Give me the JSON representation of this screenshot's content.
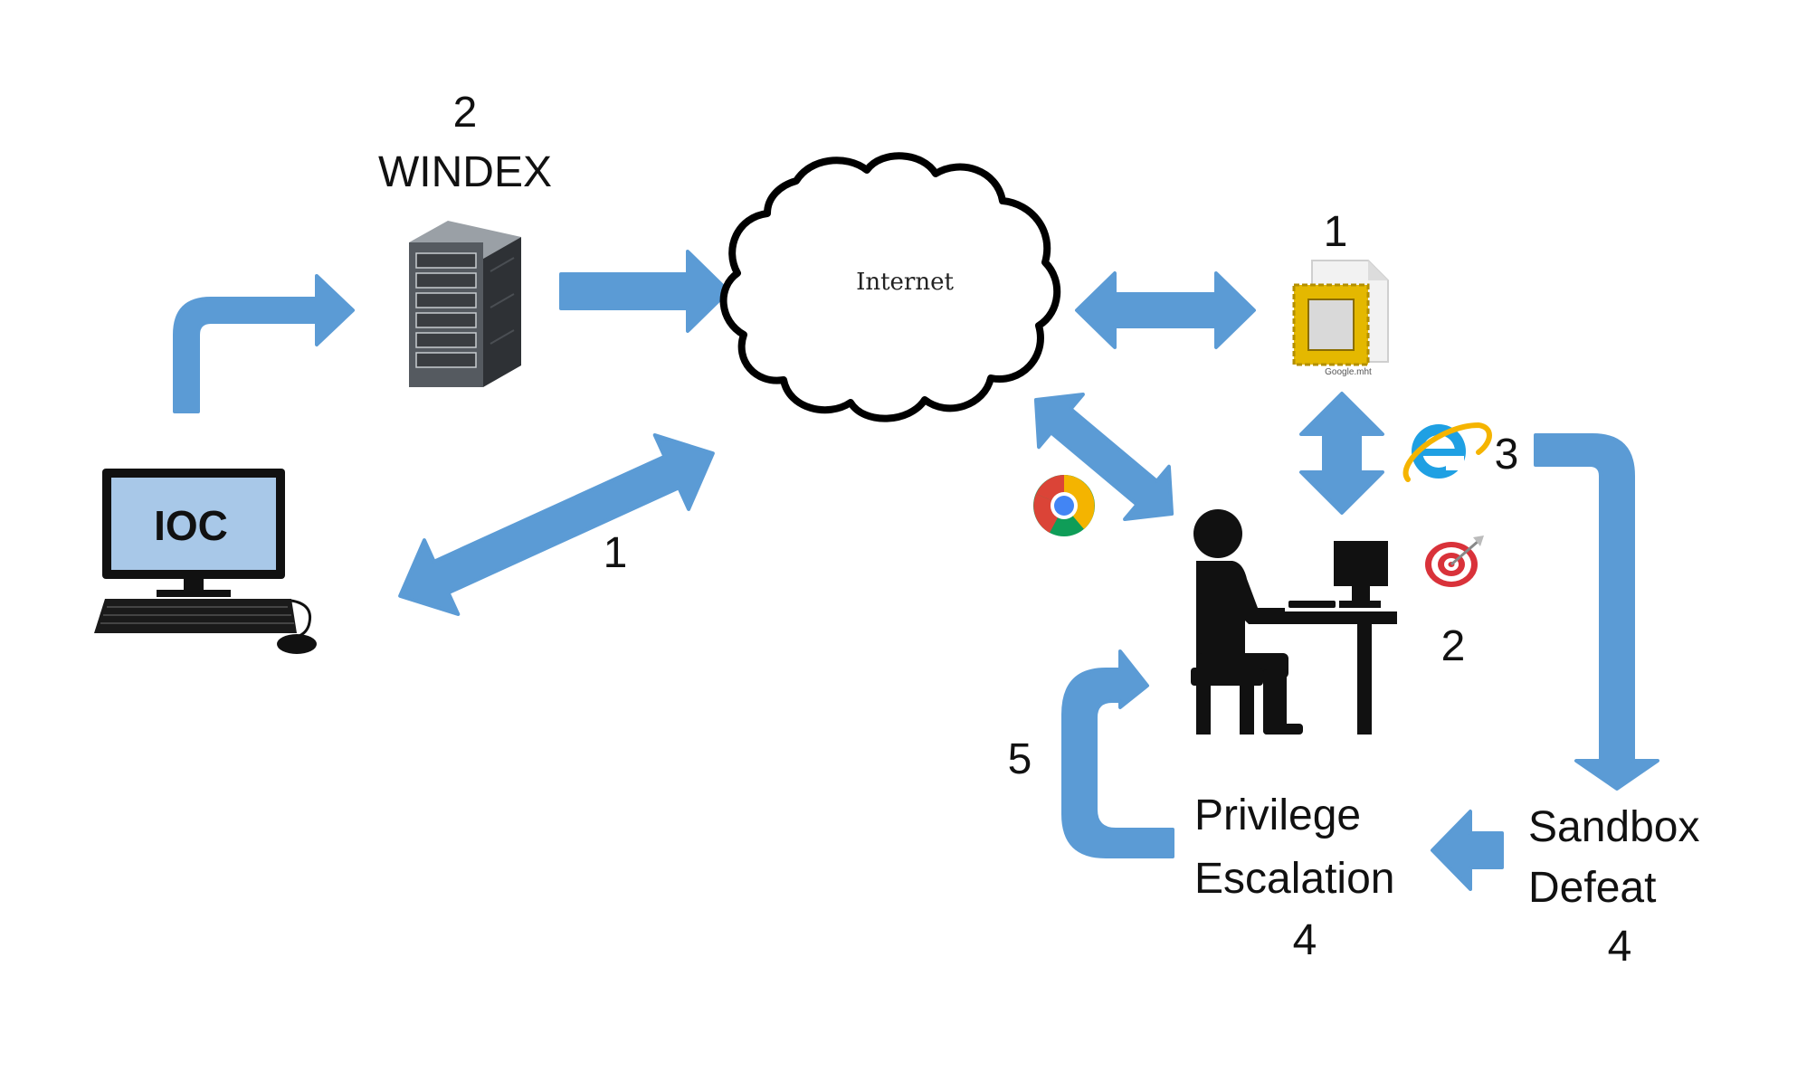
{
  "colors": {
    "arrow": "#5b9bd5",
    "text": "#111111",
    "screen": "#a8c8e8",
    "monitor_frame": "#111111",
    "server": "#555a60",
    "mht_frame": "#e4b800",
    "chrome_red": "#db4437",
    "chrome_yellow": "#f4b400",
    "chrome_green": "#0f9d58",
    "chrome_blue": "#4285f4",
    "ie_blue": "#1fa0e3",
    "ie_ring": "#f5b400",
    "target_red": "#d9323a"
  },
  "icons": {
    "computer": "desktop-computer-icon",
    "server": "server-rack-icon",
    "cloud": "cloud-icon",
    "document": "mht-document-icon",
    "chrome": "chrome-browser-icon",
    "ie": "internet-explorer-icon",
    "target": "target-icon",
    "user": "person-at-computer-icon"
  },
  "labels": {
    "ioc": "IOC",
    "windex_number": "2",
    "windex_name": "WINDEX",
    "internet": "Internet",
    "mht_file_number": "1",
    "mht_file_name": "Google.mht",
    "ie_number": "3",
    "target_number": "2",
    "ioc_link_number": "1",
    "escalation_loop_number": "5",
    "privilege_line1": "Privilege",
    "privilege_line2": "Escalation",
    "privilege_number": "4",
    "sandbox_line1": "Sandbox",
    "sandbox_line2": "Defeat",
    "sandbox_number": "4"
  }
}
